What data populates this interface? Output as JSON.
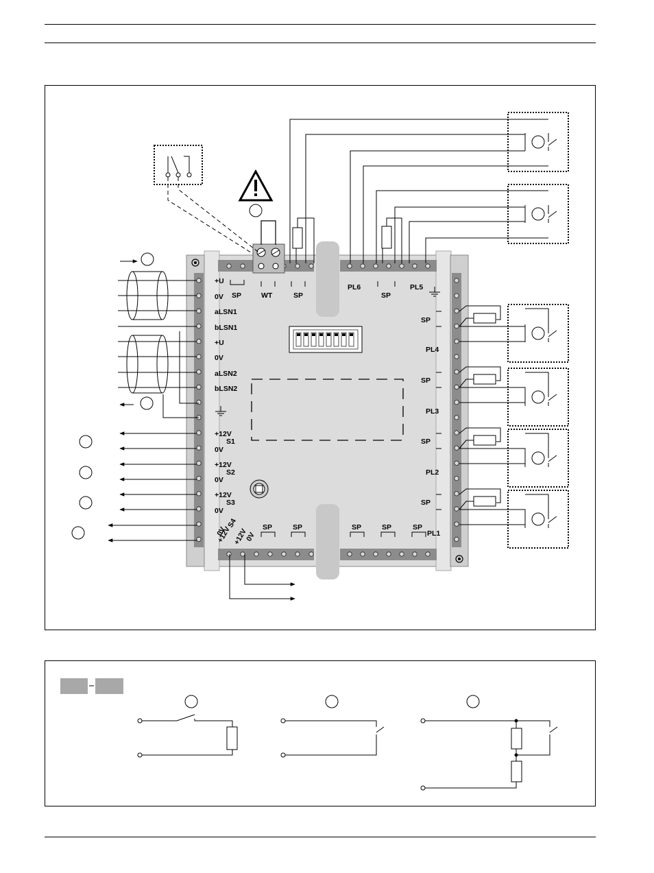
{
  "labels": {
    "left_block": [
      "+U",
      "0V",
      "aLSN1",
      "bLSN1",
      "+U",
      "0V",
      "aLSN2",
      "bLSN2"
    ],
    "s_block": [
      "+12V",
      "S1",
      "0V",
      "+12V",
      "S2",
      "0V",
      "+12V",
      "S3",
      "0V",
      "+12V",
      "S4",
      "0V"
    ],
    "top_left": [
      "SP",
      "WT",
      "SP"
    ],
    "top_right": [
      "PL6",
      "SP",
      "PL5"
    ],
    "right": [
      "SP",
      "PL4",
      "SP",
      "PL3",
      "SP",
      "PL2",
      "SP",
      "PL1"
    ],
    "bottom": [
      "+12V",
      "0V",
      "SP",
      "SP",
      "SP",
      "SP",
      "SP"
    ]
  },
  "colors": {
    "board": "#dcdcdc",
    "terminal_strip": "#8c8c8c",
    "legend_box": "#a8a8a8",
    "line": "#000000"
  },
  "icons": [
    "warning-triangle-icon",
    "ground-icon",
    "relay-contact-icon",
    "resistor-icon"
  ]
}
